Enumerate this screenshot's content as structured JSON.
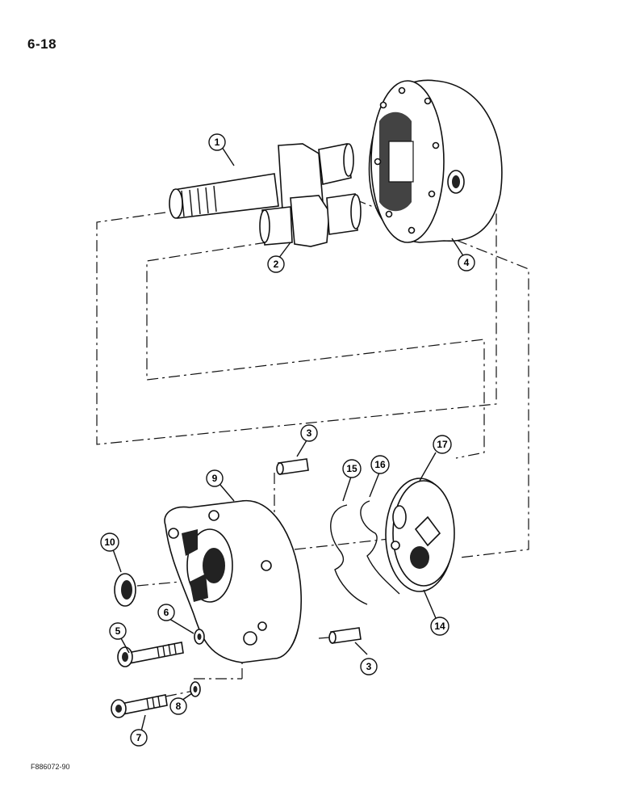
{
  "page_number": "6-18",
  "figure_id": "F886072-90",
  "callouts": {
    "c1": "1",
    "c2": "2",
    "c3a": "3",
    "c3b": "3",
    "c4": "4",
    "c5": "5",
    "c6": "6",
    "c7": "7",
    "c8": "8",
    "c9": "9",
    "c10": "10",
    "c14": "14",
    "c15": "15",
    "c16": "16",
    "c17": "17"
  }
}
